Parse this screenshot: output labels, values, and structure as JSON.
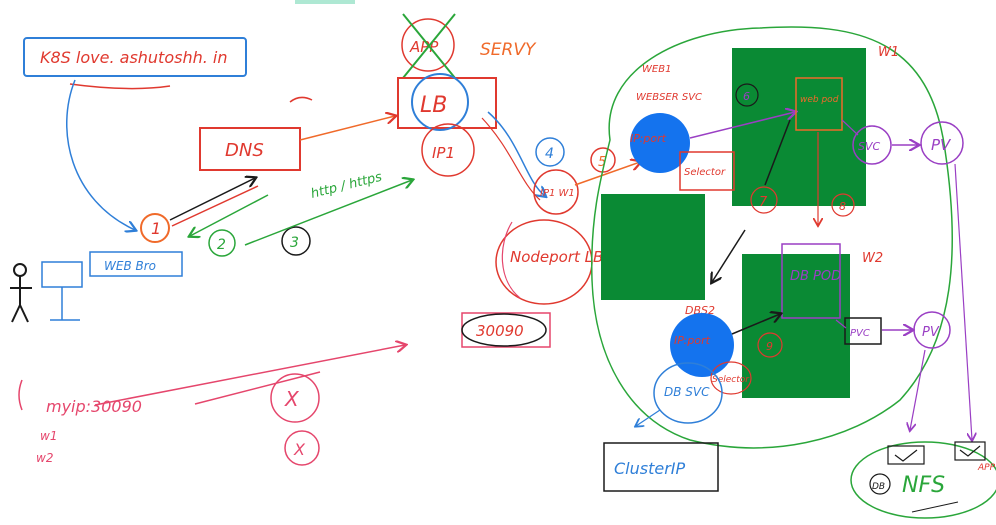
{
  "colors": {
    "red": "#e0392f",
    "orange": "#f06a2a",
    "green": "#2aa63a",
    "blue": "#2f7fd8",
    "purple": "#9a3fc4",
    "black": "#1a1a1a",
    "pink": "#e5466c",
    "dark_green_block": "#0a8a34",
    "pod_blue": "#1473ee",
    "top_bar": "#aee8d3"
  },
  "labels": {
    "url": "K8S love. ashutoshh. in",
    "web_browser": "WEB Bro",
    "dns": "DNS",
    "app": "APP",
    "service": "SERVY",
    "lb": "LB",
    "ip1": "IP1",
    "http": "http / https",
    "step1": "1",
    "step2": "2",
    "step3": "3",
    "step4": "4",
    "step5": "5",
    "step6": "6",
    "step7": "7",
    "step8": "8",
    "step9": "9",
    "ip_w1": "IP1 W1",
    "nodeport_lb": "Nodeport LB",
    "port_30090": "30090",
    "url_note": "myip:30090",
    "w1_note": "w1",
    "w2_note": "w2",
    "x": "X",
    "web_label": "WEB1",
    "web_svc": "WEBSER SVC",
    "ip_port": "IP:port",
    "selector": "Selector",
    "pod_web": "web pod",
    "svc": "SVC",
    "pv": "PV",
    "w1": "W1",
    "w2": "W2",
    "db_pod": "DB POD",
    "pvc": "PVC",
    "dbs": "DBS2",
    "db_ip_port": "IP:port",
    "db_selector": "Selector",
    "db_svc": "DB SVC",
    "cluster_ip": "ClusterIP",
    "nfs": "NFS",
    "db": "DB",
    "app_small": "APP"
  }
}
